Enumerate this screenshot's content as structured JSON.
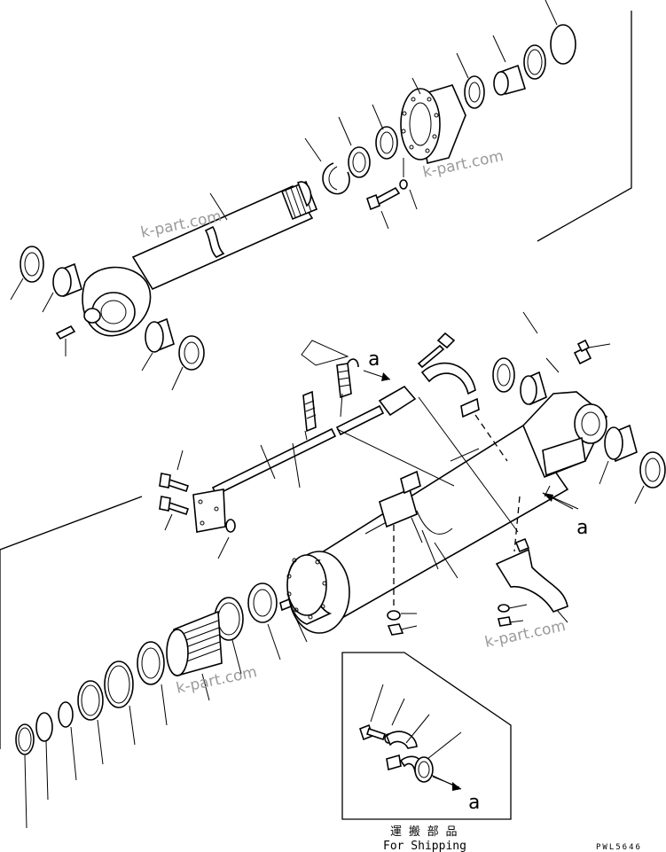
{
  "drawing": {
    "letter_a": "a",
    "shipping_jp": "運 搬 部 品",
    "shipping_en": "For Shipping",
    "drawing_number": "PWL5646",
    "watermark": "k-part.com"
  }
}
